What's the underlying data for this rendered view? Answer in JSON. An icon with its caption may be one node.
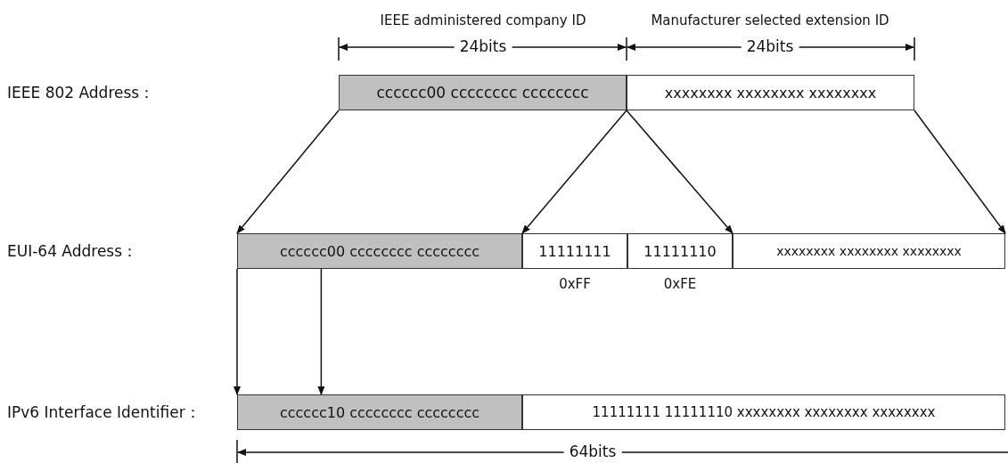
{
  "diagram": {
    "nodes": [
      {
        "text": [
          "cccccc00 cccccccc cccccccc"
        ]
      },
      {
        "text": [
          "xxxxxxxx xxxxxxxx xxxxxxxx"
        ]
      },
      {
        "text": [
          "cccccc00 cccccccc cccccccc"
        ]
      },
      {
        "text": [
          "11111111"
        ],
        "beside": [
          "0xFF"
        ]
      },
      {
        "text": [
          "11111110"
        ],
        "beside": [
          "0xFE"
        ]
      },
      {
        "text": [
          "xxxxxxxx xxxxxxxx xxxxxxxx"
        ]
      },
      {
        "text": [
          "cccccc10 cccccccc cccccccc"
        ]
      },
      {
        "text": [
          "11111111 11111110 xxxxxxxx xxxxxxxx xxxxxxxx"
        ]
      }
    ],
    "edges": [
      {
        "from": 0,
        "to": 2,
        "arrow": "to"
      },
      {
        "from": 1,
        "to": 3,
        "arrow": "to"
      },
      {
        "from": 1,
        "to": 4,
        "arrow": "to"
      },
      {
        "from": 1,
        "to": 5,
        "arrow": "to"
      },
      {
        "from": 2,
        "to": 6,
        "arrow": "to"
      },
      {
        "from": 2,
        "to": 6,
        "arrow": "to"
      }
    ],
    "labels": [
      "IEEE administered company ID",
      "Manufacturer selected extension ID",
      "24bits",
      "24bits",
      "IEEE 802 Address：",
      "EUI-64 Address：",
      "IPv6 Interface Identifier：",
      "64bits"
    ]
  }
}
